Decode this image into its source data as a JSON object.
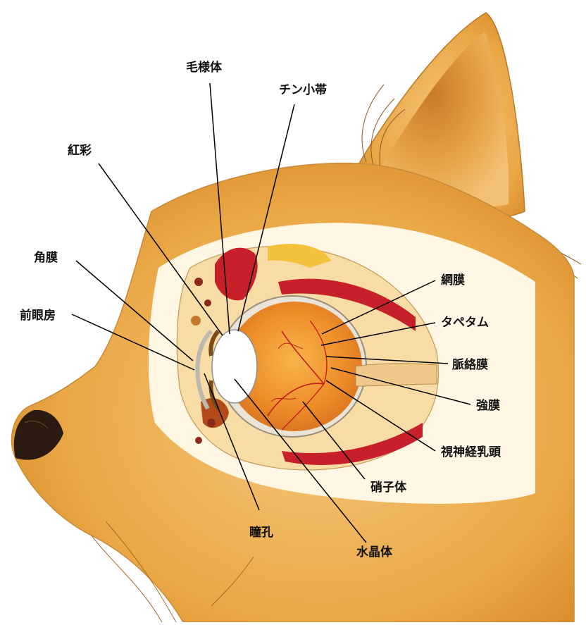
{
  "labels": {
    "ciliary_body": "毛様体",
    "zonule": "チン小帯",
    "iris": "紅彩",
    "cornea": "角膜",
    "anterior_chamber": "前眼房",
    "retina": "網膜",
    "tapetum": "タペタム",
    "choroid": "脈絡膜",
    "sclera": "強膜",
    "optic_disc": "視神経乳頭",
    "vitreous": "硝子体",
    "pupil": "瞳孔",
    "lens": "水晶体"
  }
}
